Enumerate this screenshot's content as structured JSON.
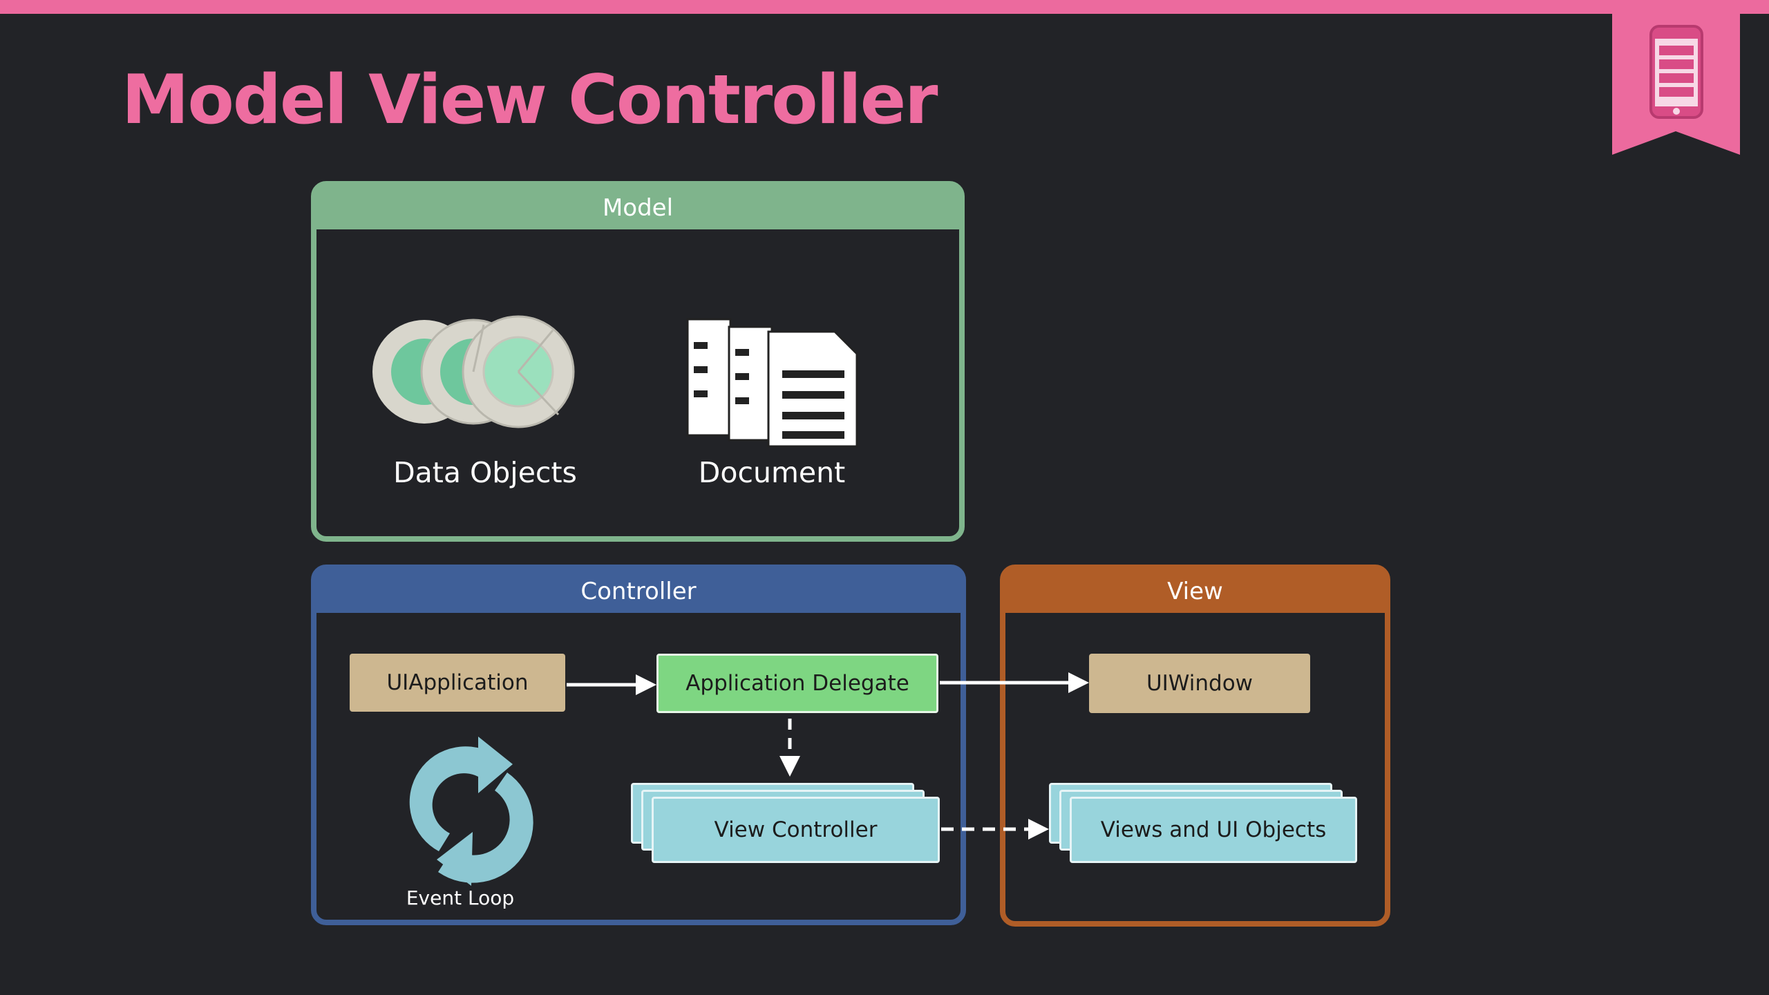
{
  "slide": {
    "title": "Model View Controller",
    "accent_color": "#ec6a9e",
    "badge_icon": "mobile-list-icon"
  },
  "model": {
    "header": "Model",
    "color": "#7fb48c",
    "items": [
      {
        "label": "Data Objects",
        "icon": "data-objects-icon"
      },
      {
        "label": "Document",
        "icon": "document-icon"
      }
    ]
  },
  "controller": {
    "header": "Controller",
    "color": "#3f5f98",
    "ui_application": "UIApplication",
    "application_delegate": "Application Delegate",
    "view_controller": "View Controller",
    "event_loop": {
      "label": "Event Loop",
      "icon": "refresh-cycle-icon"
    }
  },
  "view": {
    "header": "View",
    "color": "#b05d27",
    "ui_window": "UIWindow",
    "views_and_ui_objects": "Views and UI Objects"
  }
}
